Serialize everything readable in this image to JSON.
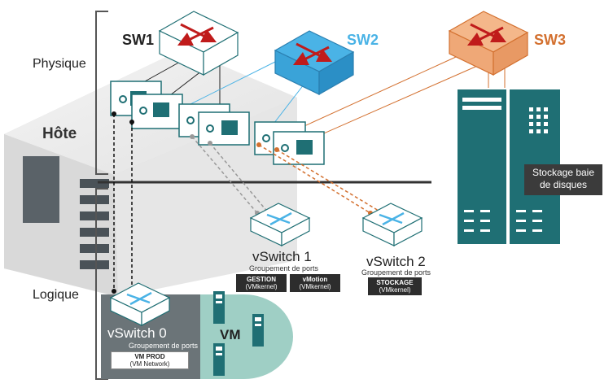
{
  "labels": {
    "physique": "Physique",
    "logique": "Logique",
    "hote": "Hôte",
    "sw1": "SW1",
    "sw2": "SW2",
    "sw3": "SW3",
    "vm": "VM",
    "storage_line1": "Stockage baie",
    "storage_line2": "de disques"
  },
  "vswitches": [
    {
      "name": "vSwitch  0",
      "portgroup_caption": "Groupement de ports",
      "portgroups": [
        {
          "title": "VM PROD",
          "subtitle": "(VM Network)"
        }
      ]
    },
    {
      "name": "vSwitch 1",
      "portgroup_caption": "Groupement de ports",
      "portgroups": [
        {
          "title": "GESTION",
          "subtitle": "(VMkernel)"
        },
        {
          "title": "vMotion",
          "subtitle": "(VMkernel)"
        }
      ]
    },
    {
      "name": "vSwitch 2",
      "portgroup_caption": "Groupement de ports",
      "portgroups": [
        {
          "title": "STOCKAGE",
          "subtitle": "(VMkernel)"
        }
      ]
    }
  ],
  "colors": {
    "sw1": "#222222",
    "sw2": "#4ab3e6",
    "sw3": "#d3702f",
    "teal": "#1f6f74",
    "vm_panel": "#6b7478",
    "vm_bubble": "#9fcfc5"
  }
}
